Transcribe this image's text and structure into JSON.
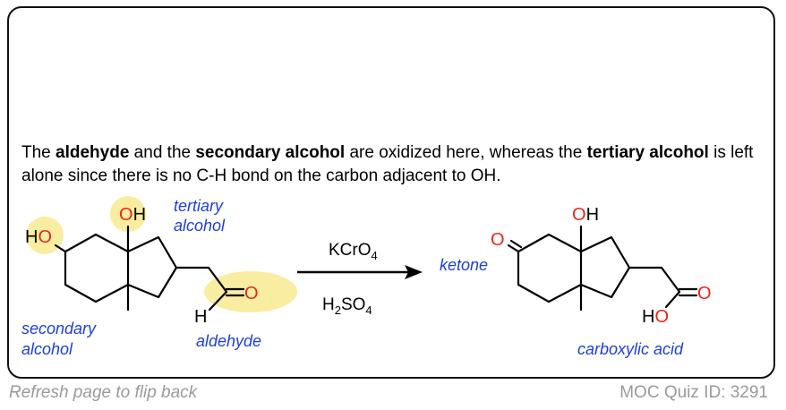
{
  "explanation": {
    "part1": "The ",
    "bold1": "aldehyde",
    "part2": " and the ",
    "bold2": "secondary alcohol",
    "part3": " are oxidized here, whereas the ",
    "bold3": "tertiary alcohol",
    "part4": " is left alone since there is no C-H bond on the carbon adjacent to OH."
  },
  "reactant": {
    "atom_ho_left": "HO",
    "atom_oh_top": "OH",
    "atom_o_aldehyde": "O",
    "atom_h_aldehyde": "H",
    "label_tertiary_1": "tertiary",
    "label_tertiary_2": "alcohol",
    "label_secondary_1": "secondary",
    "label_secondary_2": "alcohol",
    "label_aldehyde": "aldehyde"
  },
  "reagents": {
    "top": "KCrO",
    "top_sub": "4",
    "bottom_h": "H",
    "bottom_h_sub": "2",
    "bottom_so": "SO",
    "bottom_so_sub": "4"
  },
  "product": {
    "atom_o_ketone": "O",
    "atom_oh_top": "OH",
    "atom_o_acid": "O",
    "atom_ho_acid": "HO",
    "label_ketone": "ketone",
    "label_acid": "carboxylic acid"
  },
  "footer": {
    "left": "Refresh page to flip back",
    "right": "MOC Quiz ID: 3291"
  },
  "colors": {
    "label_blue": "#1c3fd8",
    "oxygen_red": "#e8261c",
    "highlight_yellow": "#f8eda0",
    "footer_gray": "#9a9a9a"
  }
}
